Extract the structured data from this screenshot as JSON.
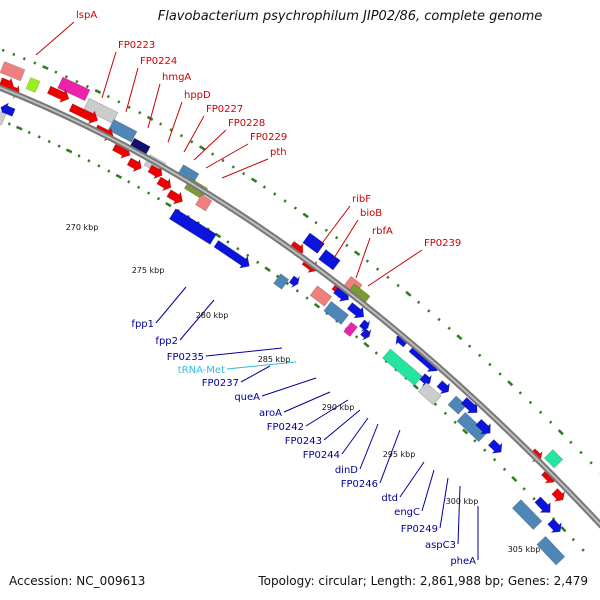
{
  "title": "Flavobacterium psychrophilum JIP02/86, complete genome",
  "accession": "Accession: NC_009613",
  "summary": "Topology: circular; Length: 2,861,988 bp; Genes: 2,479",
  "colors": {
    "backbone": "#8c8c8c",
    "forward_label": "#cc0000",
    "reverse_label": "#000099",
    "trna_label": "#33bbdd",
    "tick": "#2e7d1f",
    "gene_red": "#ee0000",
    "gene_blue": "#0a14dd",
    "gene_pink": "#f08080",
    "gene_magenta": "#ee22aa",
    "gene_steel": "#4f86b8",
    "gene_olive": "#7a9a32",
    "gene_gray": "#cccccc",
    "gene_navy": "#101070",
    "gene_mint": "#22e6a0",
    "gene_lime": "#99ee22"
  },
  "scale_labels": [
    "270 kbp",
    "275 kbp",
    "280 kbp",
    "285 kbp",
    "290 kbp",
    "295 kbp",
    "300 kbp",
    "305 kbp"
  ],
  "forward_genes": [
    "lspA",
    "FP0223",
    "FP0224",
    "hmgA",
    "hppD",
    "FP0227",
    "FP0228",
    "FP0229",
    "pth",
    "ribF",
    "bioB",
    "rbfA",
    "FP0239"
  ],
  "reverse_genes": [
    "fpp1",
    "fpp2",
    "FP0235",
    "tRNA-Met",
    "FP0237",
    "queA",
    "aroA",
    "FP0242",
    "FP0243",
    "FP0244",
    "dinD",
    "FP0246",
    "dtd",
    "engC",
    "FP0249",
    "aspC3",
    "pheA"
  ]
}
